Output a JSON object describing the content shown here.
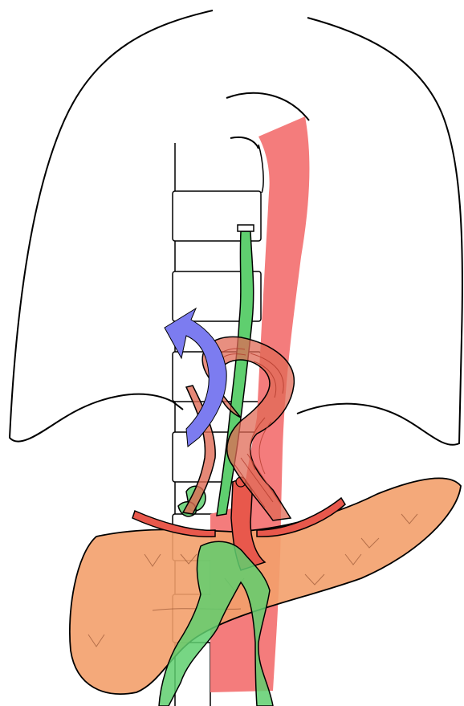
{
  "figure": {
    "labels": [],
    "colors": {
      "outline": "#000000",
      "background": "#ffffff",
      "aorta": "#f47c7c",
      "artery": "#e8584c",
      "muscle": "#e06a55",
      "muscle_stripe": "#b23a2a",
      "organ": "#f3a06c",
      "tract": "#5fcf6f",
      "arrow": "#7c7cf0"
    },
    "parts": [
      "thoracic-cavity-outline",
      "vertebral-column",
      "aorta",
      "esophagus",
      "diaphragm-crura",
      "celiac-artery",
      "liver",
      "direction-arrow"
    ]
  }
}
